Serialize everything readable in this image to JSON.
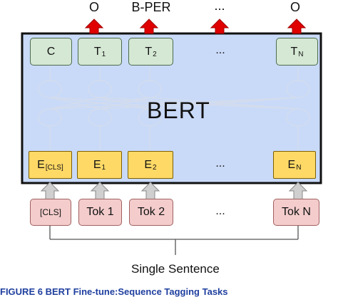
{
  "outputs": {
    "o1": "O",
    "bper": "B-PER",
    "dots": "...",
    "o2": "O"
  },
  "model": {
    "label": "BERT",
    "t_row": {
      "c": "C",
      "t1": "T",
      "t1_sub": "1",
      "t2": "T",
      "t2_sub": "2",
      "dots": "...",
      "tn": "T",
      "tn_sub": "N"
    },
    "e_row": {
      "ecls": "E",
      "ecls_sub": "[CLS]",
      "e1": "E",
      "e1_sub": "1",
      "e2": "E",
      "e2_sub": "2",
      "dots": "...",
      "en": "E",
      "en_sub": "N"
    }
  },
  "inputs": {
    "cls": "[CLS]",
    "tok1": "Tok 1",
    "tok2": "Tok 2",
    "dots": "...",
    "tokn": "Tok N"
  },
  "sentence_label": "Single Sentence",
  "figure_caption": "FIGURE 6   BERT Fine-tune:Sequence Tagging Tasks",
  "colors": {
    "bert_box_fill": "#c9daf8",
    "output_box_fill": "#d5e8d4",
    "embedding_fill": "#ffd966",
    "token_fill": "#f4cccc",
    "up_arrow": "#e00000",
    "in_arrow": "#cccccc"
  }
}
